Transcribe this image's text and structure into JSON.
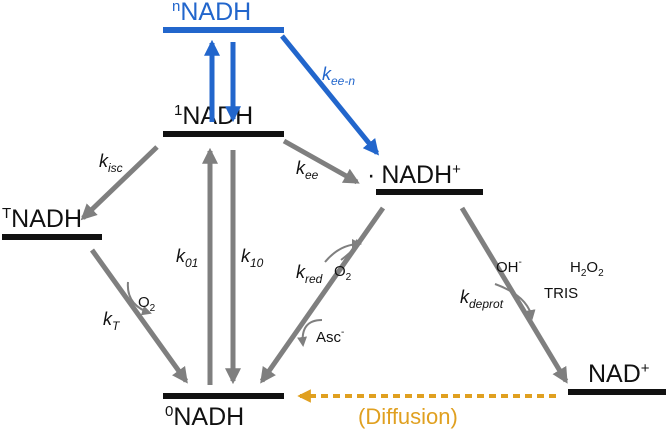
{
  "states": {
    "nNADH": {
      "sup": "n",
      "base": "NADH"
    },
    "s1NADH": {
      "sup": "1",
      "base": "NADH"
    },
    "tNADH": {
      "sup": "T",
      "base": "NADH"
    },
    "g0NADH": {
      "sup": "0",
      "base": "NADH"
    },
    "radical": {
      "dot": "·",
      "base": "NADH",
      "sup": "+"
    },
    "nadplus": {
      "base": "NAD",
      "sup": "+"
    }
  },
  "rates": {
    "kee_n": {
      "k": "k",
      "sub": "ee-n"
    },
    "kee": {
      "k": "k",
      "sub": "ee"
    },
    "kisc": {
      "k": "k",
      "sub": "isc"
    },
    "k01": {
      "k": "k",
      "sub": "01"
    },
    "k10": {
      "k": "k",
      "sub": "10"
    },
    "kT": {
      "k": "k",
      "sub": "T"
    },
    "kred": {
      "k": "k",
      "sub": "red"
    },
    "kdeprot": {
      "k": "k",
      "sub": "deprot"
    }
  },
  "reagents": {
    "o2_triplet": {
      "base": "O",
      "sub": "2"
    },
    "o2_red": {
      "base": "O",
      "sub": "2"
    },
    "asc": {
      "base": "Asc",
      "sup": "-"
    },
    "oh": {
      "base": "OH",
      "sup": "-"
    },
    "h2o2": {
      "a": "H",
      "sub1": "2",
      "b": "O",
      "sub2": "2"
    },
    "tris": "TRIS"
  },
  "diffusion": "(Diffusion)",
  "colors": {
    "blue": "#2266cc",
    "gray": "#7f7f7f",
    "orange": "#e0a020",
    "black": "#111111"
  }
}
